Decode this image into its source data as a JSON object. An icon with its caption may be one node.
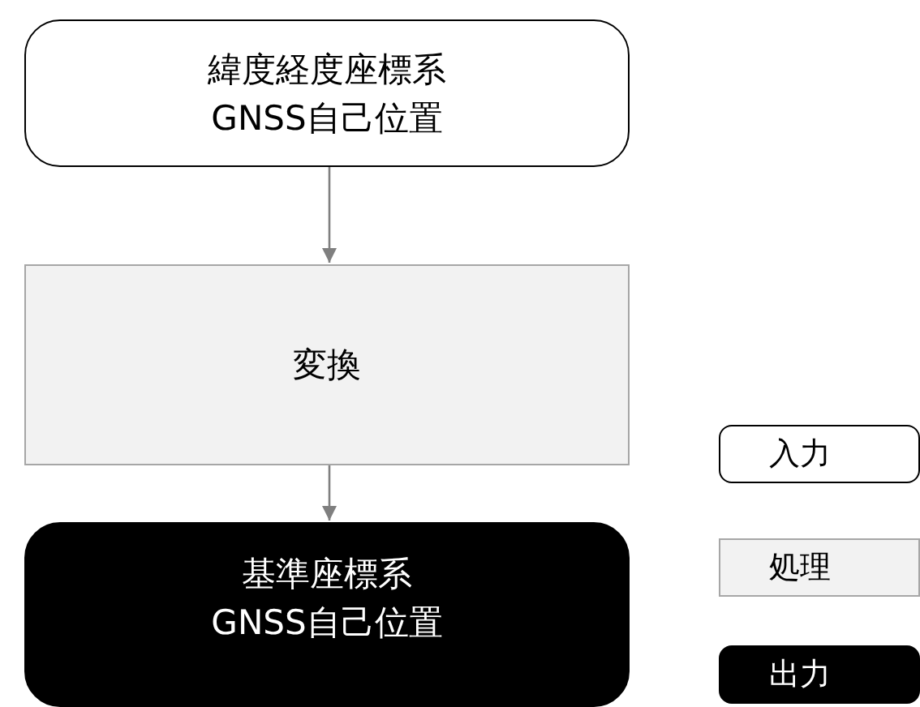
{
  "diagram": {
    "nodes": [
      {
        "text": [
          "緯度経度座標系GNSS自己位置"
        ]
      },
      {
        "text": [
          "変換"
        ]
      },
      {
        "text": [
          "基準座標系GNSS自己位置"
        ]
      }
    ],
    "edges": [
      {
        "from": 0,
        "to": 1,
        "arrow": "to"
      },
      {
        "from": 1,
        "to": 2,
        "arrow": "to"
      }
    ],
    "legend": [
      {
        "text": "入力",
        "color": "#ffffff"
      },
      {
        "text": "処理",
        "color": "#f2f2f2"
      },
      {
        "text": "出力",
        "color": "#000000"
      }
    ]
  }
}
